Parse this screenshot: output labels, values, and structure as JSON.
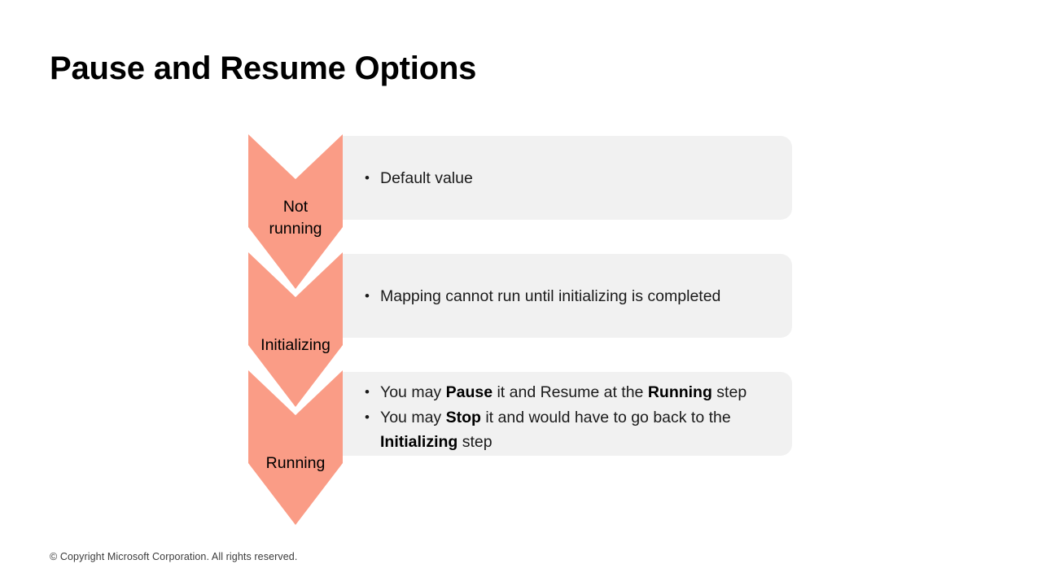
{
  "slide": {
    "title": "Pause and Resume Options",
    "footer": "© Copyright Microsoft Corporation. All rights reserved.",
    "accent_color": "#FA9C86",
    "panel_color": "#F1F1F1",
    "text_color": "#1A1A1A"
  },
  "process": {
    "stages": [
      {
        "label_line1": "Not",
        "label_line2": "running",
        "bullets": [
          {
            "prefix": "Default value",
            "bold": "",
            "suffix": ""
          }
        ]
      },
      {
        "label_line1": "Initializing",
        "label_line2": "",
        "bullets": [
          {
            "prefix": "Mapping cannot run until initializing is completed",
            "bold": "",
            "suffix": ""
          }
        ]
      },
      {
        "label_line1": "Running",
        "label_line2": "",
        "bullets": [
          {
            "prefix": "You may ",
            "bold": "Pause",
            "mid": " it and Resume at the ",
            "bold2": "Running",
            "suffix": " step"
          },
          {
            "prefix": "You may ",
            "bold": "Stop",
            "mid": " it and would have to go back to the ",
            "bold2": "Initializing",
            "suffix": " step"
          }
        ]
      }
    ]
  }
}
